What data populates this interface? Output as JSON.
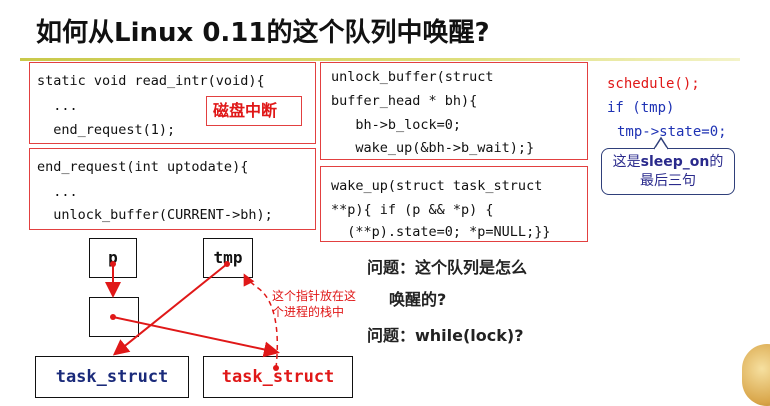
{
  "title": "如何从Linux 0.11的这个队列中唤醒?",
  "box_read_intr": {
    "lines": [
      "static void read_intr(void){",
      "  ...",
      "  end_request(1);"
    ]
  },
  "disk_interrupt_label": "磁盘中断",
  "box_end_request": {
    "lines": [
      "end_request(int uptodate){",
      "  ...",
      "  unlock_buffer(CURRENT->bh);"
    ]
  },
  "box_unlock_buffer": {
    "lines": [
      "unlock_buffer(struct",
      "buffer_head * bh){",
      "   bh->b_lock=0;",
      "   wake_up(&bh->b_wait);}"
    ]
  },
  "box_wake_up": {
    "lines": [
      "wake_up(struct task_struct",
      "**p){ if (p && *p) {",
      "  (**p).state=0; *p=NULL;}}"
    ]
  },
  "side_code": {
    "line1": "schedule();",
    "line2": "if (tmp)",
    "line3": "tmp->state=0;"
  },
  "bubble": {
    "line1_prefix": "这是",
    "line1_bold": "sleep_on",
    "line1_suffix": "的",
    "line2": "最后三句"
  },
  "questions": {
    "q1_line1": "问题：这个队列是怎么",
    "q1_line2": "唤醒的?",
    "q2": "问题：while(lock)?"
  },
  "diagram": {
    "node_p": "p",
    "node_tmp": "tmp",
    "task1": "task_struct",
    "task2": "task_struct",
    "note": "这个指针放在这个进程的栈中"
  },
  "colors": {
    "red": "#e01818",
    "navy": "#1a2a7a",
    "blue": "#1e32b4",
    "box_border": "#e24040"
  }
}
